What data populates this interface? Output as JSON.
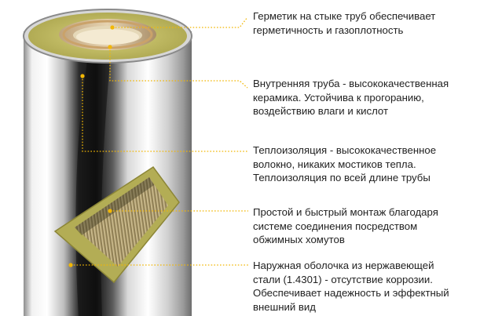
{
  "callouts": [
    {
      "lines": [
        "Герметик на стыке труб обеспечивает",
        "герметичность и газоплотность"
      ]
    },
    {
      "lines": [
        "Внутренняя труба - высококачественная",
        "керамика. Устойчива к прогоранию,",
        "воздействию влаги и кислот"
      ]
    },
    {
      "lines": [
        "Теплоизоляция - высококачественное",
        "волокно, никаких мостиков тепла.",
        "Теплоизоляция по всей длине трубы"
      ]
    },
    {
      "lines": [
        "Простой и быстрый монтаж благодаря",
        "системе соединения посредством",
        "обжимных хомутов"
      ]
    },
    {
      "lines": [
        "Наружная оболочка из нержавеющей",
        "стали (1.4301) - отсутствие коррозии.",
        "Обеспечивает надежность и эффектный",
        "внешний вид"
      ]
    }
  ],
  "colors": {
    "leader_line": "#f2b705",
    "text": "#222222",
    "insulation": "#c8c46a",
    "ceramic": "#e9d9b8",
    "steel_dark": "#3a3a3a",
    "steel_light": "#f4f4f4"
  }
}
